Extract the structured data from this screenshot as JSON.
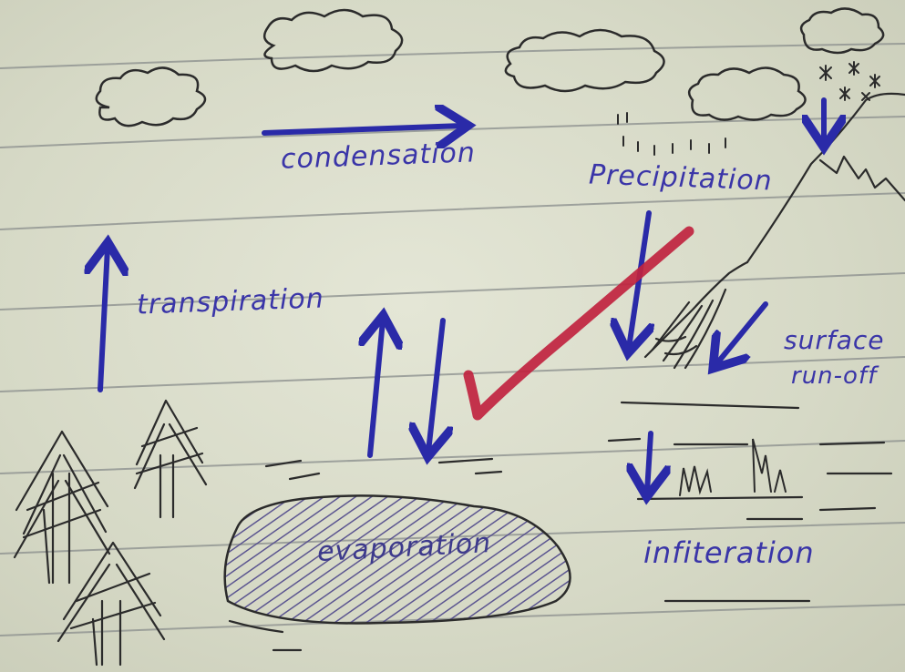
{
  "diagram": {
    "labels": {
      "condensation": "condensation",
      "precipitation": "Precipitation",
      "transpiration": "transpiration",
      "surface": "surface",
      "runoff": "run-off",
      "evaporation": "evaporation",
      "infiltration": "infiteration"
    },
    "colors": {
      "paper": "#d9dccb",
      "ruled_line": "#8e9290",
      "ink_blue": "#2a2aa8",
      "pencil": "#2b2b2b",
      "check_red": "#c0233f"
    },
    "marks": {
      "checkmark": "red-check-icon"
    }
  }
}
